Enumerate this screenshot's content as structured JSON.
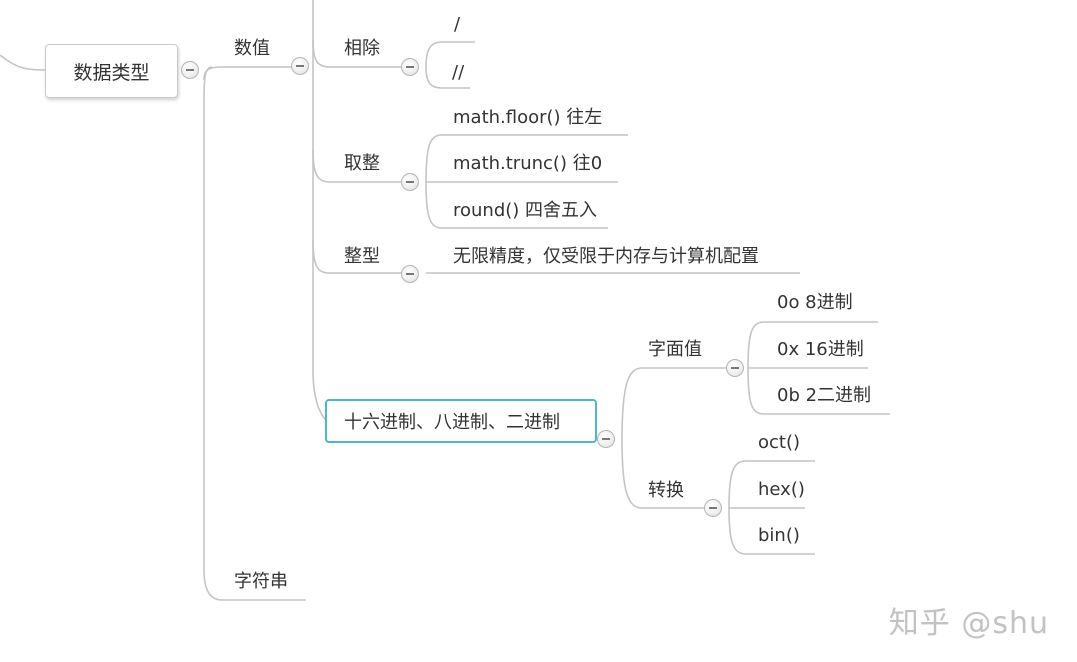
{
  "root": {
    "label": "数据类型"
  },
  "numeric": {
    "label": "数值",
    "division": {
      "label": "相除",
      "items": [
        "/",
        "//"
      ]
    },
    "rounding": {
      "label": "取整",
      "items": [
        "math.floor()  往左",
        "math.trunc() 往0",
        "round() 四舍五入"
      ]
    },
    "integer": {
      "label": "整型",
      "items": [
        "无限精度，仅受限于内存与计算机配置"
      ]
    },
    "bases": {
      "label": "十六进制、八进制、二进制",
      "literal": {
        "label": "字面值",
        "items": [
          "0o  8进制",
          "0x 16进制",
          "0b 2二进制"
        ]
      },
      "conversion": {
        "label": "转换",
        "items": [
          "oct()",
          "hex()",
          "bin()"
        ]
      }
    }
  },
  "string": {
    "label": "字符串"
  },
  "watermark": "知乎 @shu",
  "colors": {
    "line": "#c4c4c4",
    "selected_border": "#4fb6cf",
    "text": "#333333"
  }
}
